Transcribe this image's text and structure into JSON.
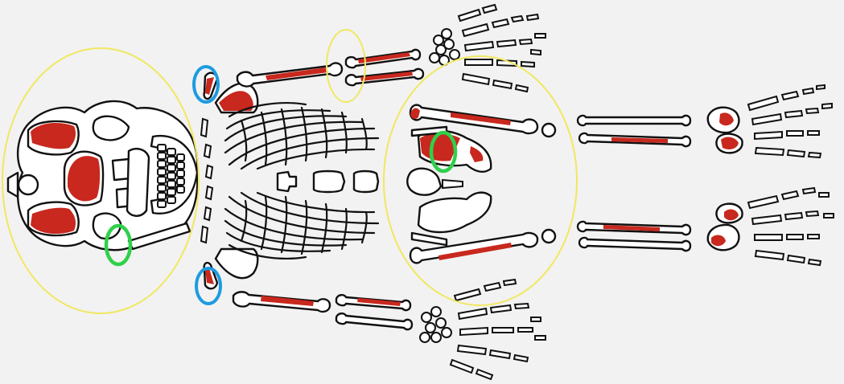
{
  "diagram": {
    "background": "#f2f2f2",
    "colors": {
      "bone_outline": "#111111",
      "affected_region": "#c8281e",
      "highlight_yellow": "#f0e860",
      "highlight_blue": "#1e9be0",
      "highlight_green": "#2fd04a"
    },
    "highlight_counts": {
      "yellow": 3,
      "blue": 2,
      "green": 2
    }
  }
}
